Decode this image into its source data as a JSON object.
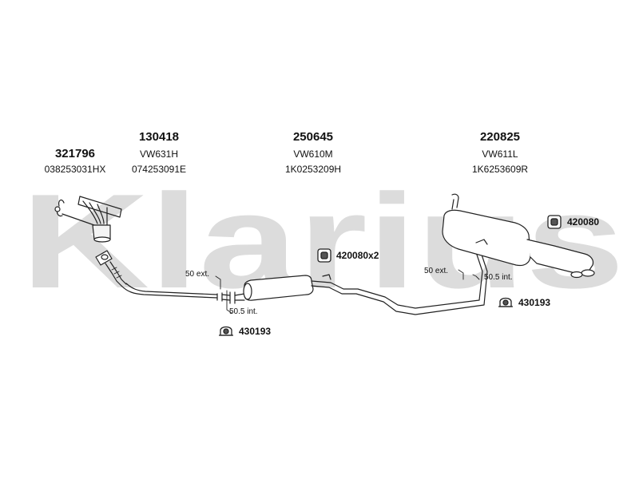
{
  "watermark": {
    "text": "Klarius",
    "color": "#dcdcdc"
  },
  "parts": [
    {
      "number": "321796",
      "ref": "038253031HX"
    },
    {
      "number": "130418",
      "ref_code": "VW631H",
      "ref": "074253091E"
    },
    {
      "number": "250645",
      "ref_code": "VW610M",
      "ref": "1K0253209H"
    },
    {
      "number": "220825",
      "ref_code": "VW611L",
      "ref": "1K6253609R"
    }
  ],
  "joints": [
    {
      "ext": "50 ext.",
      "int": "50.5 int."
    },
    {
      "ext": "50 ext.",
      "int": "50.5 int."
    }
  ],
  "accessories": [
    {
      "number": "420080x2",
      "icon": "rubber-hanger-icon"
    },
    {
      "number": "420080",
      "icon": "rubber-hanger-icon"
    },
    {
      "number": "430193",
      "icon": "clamp-icon"
    },
    {
      "number": "430193",
      "icon": "clamp-icon"
    }
  ]
}
